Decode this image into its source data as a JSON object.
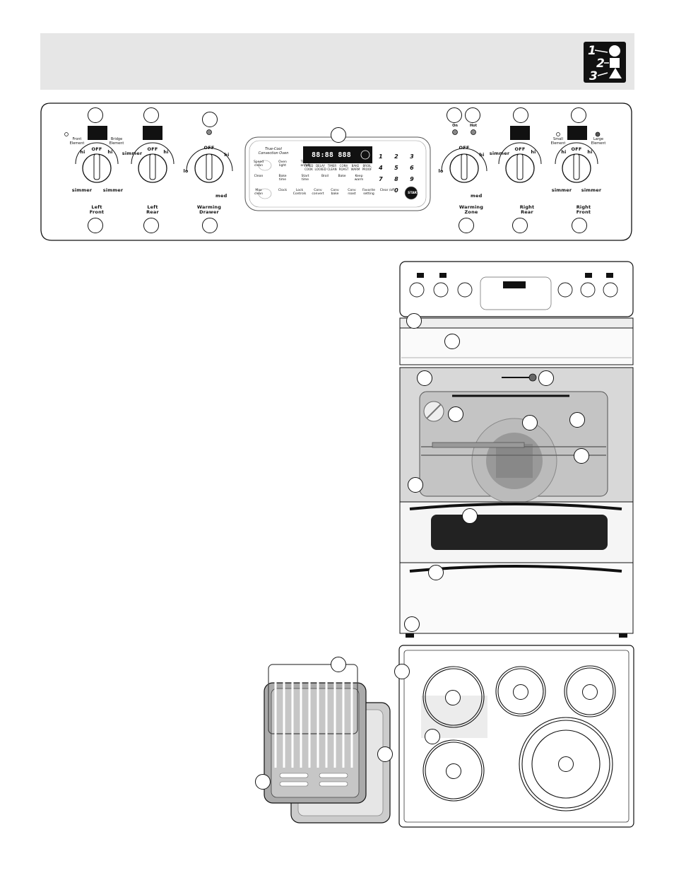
{
  "control_panel": {
    "knobs": [
      {
        "off": "OFF",
        "hi_left": "hi",
        "hi_right": "hi",
        "simmer_left": "simmer",
        "simmer_right": "simmer",
        "top_left": "Front Element",
        "top_right": "Bridge Element",
        "label_line1": "Left",
        "label_line2": "Front"
      },
      {
        "off": "OFF",
        "hi_right": "hi",
        "simmer_left": "simmer",
        "label_line1": "Left",
        "label_line2": "Rear"
      },
      {
        "off": "OFF",
        "hi_right": "hi",
        "lo": "lo",
        "med": "med",
        "label_line1": "Warming",
        "label_line2": "Drawer"
      },
      {
        "off": "OFF",
        "hi_right": "hi",
        "lo": "lo",
        "med": "med",
        "label_line1": "Warming",
        "label_line2": "Zone"
      },
      {
        "off": "OFF",
        "hi_right": "hi",
        "simmer_left": "simmer",
        "label_line1": "Right",
        "label_line2": "Rear"
      },
      {
        "off": "OFF",
        "hi_left": "hi",
        "hi_right": "hi",
        "simmer_left": "simmer",
        "simmer_right": "simmer",
        "top_left": "Small Element",
        "top_right": "Large Element",
        "label_line1": "Right",
        "label_line2": "Front"
      }
    ],
    "indicators": {
      "on": "On",
      "hot": "Hot"
    },
    "oven_control": {
      "title": "True-Cool\nConvection Oven",
      "display": "88:88 888",
      "status_words": [
        "TIMED COOK",
        "DELAY LOCKED",
        "TIMER CLEAN",
        "CONV ROAST",
        "BAKE WARM",
        "BROIL PROOF"
      ],
      "buttons": [
        {
          "label": "Speed clean"
        },
        {
          "label": "Oven light"
        },
        {
          "label": "Timer on/off"
        },
        {
          "label": "Clean"
        },
        {
          "label": "Bake time"
        },
        {
          "label": "Start time"
        },
        {
          "label": "Broil"
        },
        {
          "label": "Bake"
        },
        {
          "label": "Keep warm"
        },
        {
          "label": "Max clean"
        },
        {
          "label": "Clock"
        },
        {
          "label": "Lock Controls"
        },
        {
          "label": "Conv convert"
        },
        {
          "label": "Conv bake"
        },
        {
          "label": "Conv roast"
        },
        {
          "label": "Favorite setting"
        },
        {
          "label": "Clear /off"
        },
        {
          "label": "START"
        }
      ],
      "keypad": [
        "1",
        "2",
        "3",
        "4",
        "5",
        "6",
        "7",
        "8",
        "9",
        "0"
      ]
    }
  }
}
